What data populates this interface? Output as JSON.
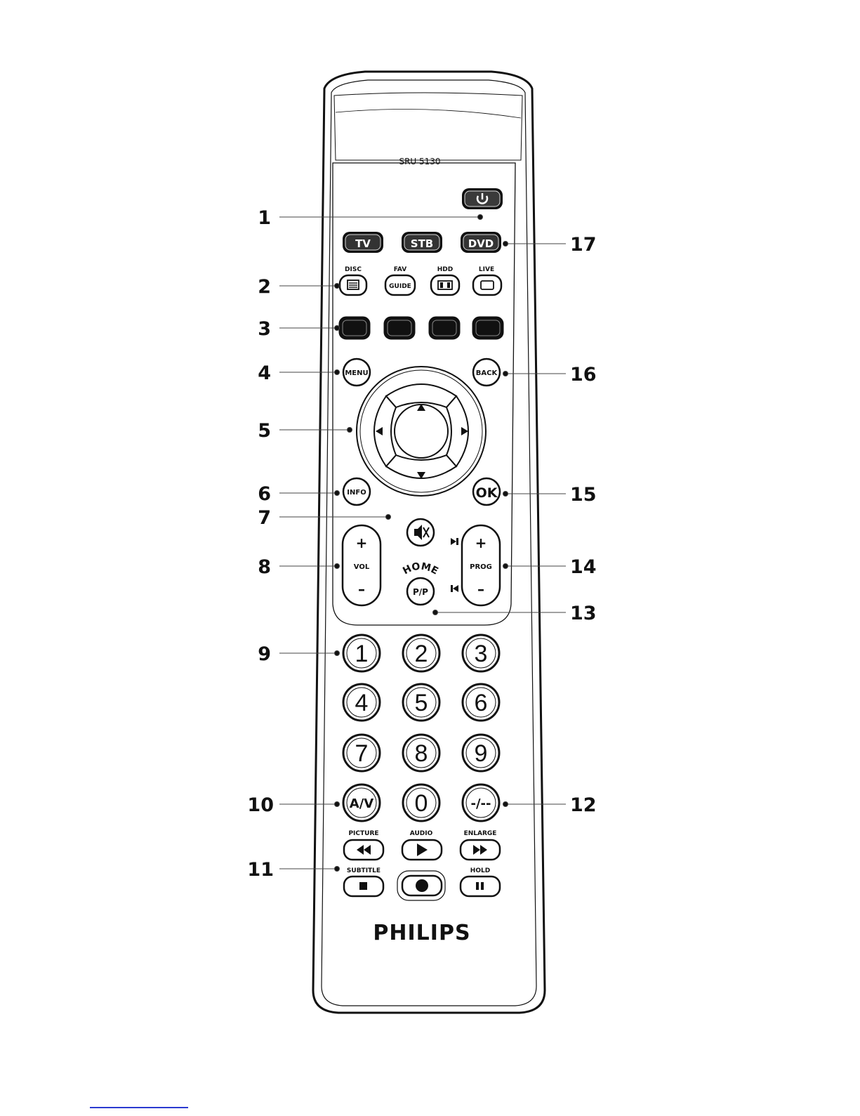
{
  "model": "SRU 5130",
  "brand": "PHILIPS",
  "mode_buttons": [
    "TV",
    "STB",
    "DVD"
  ],
  "function_labels": {
    "disc": "DISC",
    "fav": "FAV",
    "guide": "GUIDE",
    "hdd": "HDD",
    "live": "LIVE"
  },
  "nav": {
    "menu": "MENU",
    "back": "BACK",
    "info": "INFO",
    "ok": "OK"
  },
  "volume": {
    "plus": "+",
    "label": "VOL",
    "minus": "–"
  },
  "program": {
    "plus": "+",
    "label": "PROG",
    "minus": "–"
  },
  "home": {
    "arc": "HOME",
    "label": "P/P"
  },
  "digits": [
    "1",
    "2",
    "3",
    "4",
    "5",
    "6",
    "7",
    "8",
    "9",
    "A/V",
    "0",
    "-/--"
  ],
  "transport_labels": {
    "picture": "PICTURE",
    "audio": "AUDIO",
    "enlarge": "ENLARGE",
    "subtitle": "SUBTITLE",
    "hold": "HOLD"
  },
  "callouts_left": [
    "1",
    "2",
    "3",
    "4",
    "5",
    "6",
    "7",
    "8",
    "9",
    "10",
    "11"
  ],
  "callouts_right": [
    "17",
    "16",
    "15",
    "14",
    "13",
    "12"
  ]
}
